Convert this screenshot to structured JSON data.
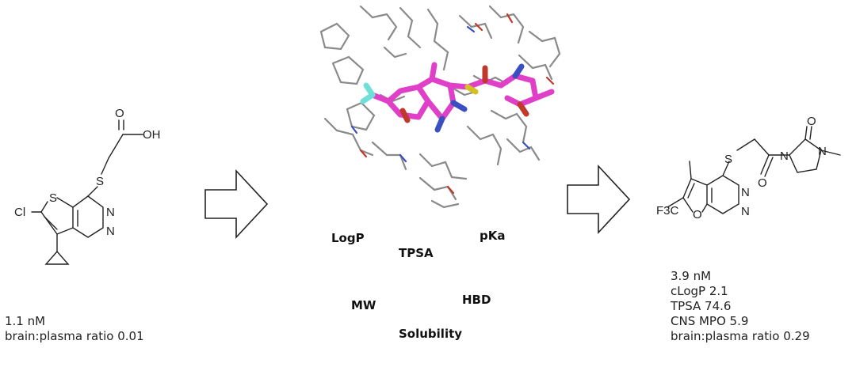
{
  "start_compound": {
    "atoms": {
      "acid_o": "O",
      "acid_oh": "OH",
      "sulfur": "S",
      "ring_s": "S",
      "n1": "N",
      "n2": "N",
      "cl": "Cl"
    },
    "activity": "1.1 nM",
    "brain_plasma": "brain:plasma ratio 0.01"
  },
  "design_properties": {
    "labels": [
      "LogP",
      "TPSA",
      "pKa",
      "MW",
      "HBD",
      "Solubility"
    ]
  },
  "final_compound": {
    "atoms": {
      "ketone_o": "O",
      "amide_o": "O",
      "sulfur": "S",
      "n_ring1": "N",
      "n_ring2": "N",
      "n_pyr1": "N",
      "n_pyr2": "N",
      "furan_o": "O",
      "cf3": "F3C"
    },
    "properties": [
      "3.9 nM",
      "cLogP 2.1",
      "TPSA 74.6",
      "CNS MPO 5.9",
      "brain:plasma ratio 0.29"
    ]
  },
  "colors": {
    "ligand": "#e040c8",
    "protein": "#8a8a8a",
    "oxygen": "#c0392b",
    "nitrogen": "#3a4fc0",
    "fluorine": "#6fe0d8",
    "sulfur": "#d4c020"
  }
}
